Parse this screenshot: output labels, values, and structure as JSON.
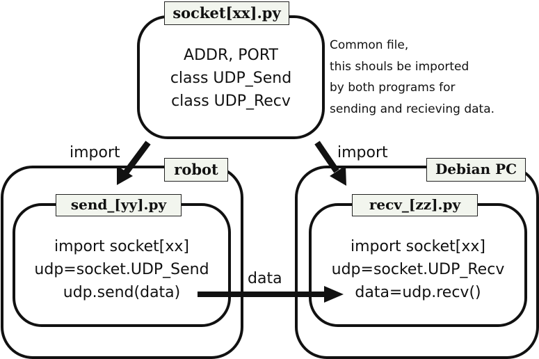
{
  "modules": {
    "socket": {
      "title": "socket[xx].py",
      "lines": [
        "ADDR, PORT",
        "class UDP_Send",
        "class UDP_Recv"
      ]
    },
    "send": {
      "title": "send_[yy].py",
      "lines": [
        "import socket[xx]",
        "udp=socket.UDP_Send",
        "udp.send(data)"
      ]
    },
    "recv": {
      "title": "recv_[zz].py",
      "lines": [
        "import socket[xx]",
        "udp=socket.UDP_Recv",
        "data=udp.recv()"
      ]
    }
  },
  "hosts": {
    "robot": "robot",
    "pc": "Debian PC"
  },
  "note": {
    "lines": [
      "Common file,",
      "this shouls be imported",
      "by both programs for",
      "sending and recieving data."
    ]
  },
  "arrows": {
    "import_left": "import",
    "import_right": "import",
    "data": "data"
  }
}
